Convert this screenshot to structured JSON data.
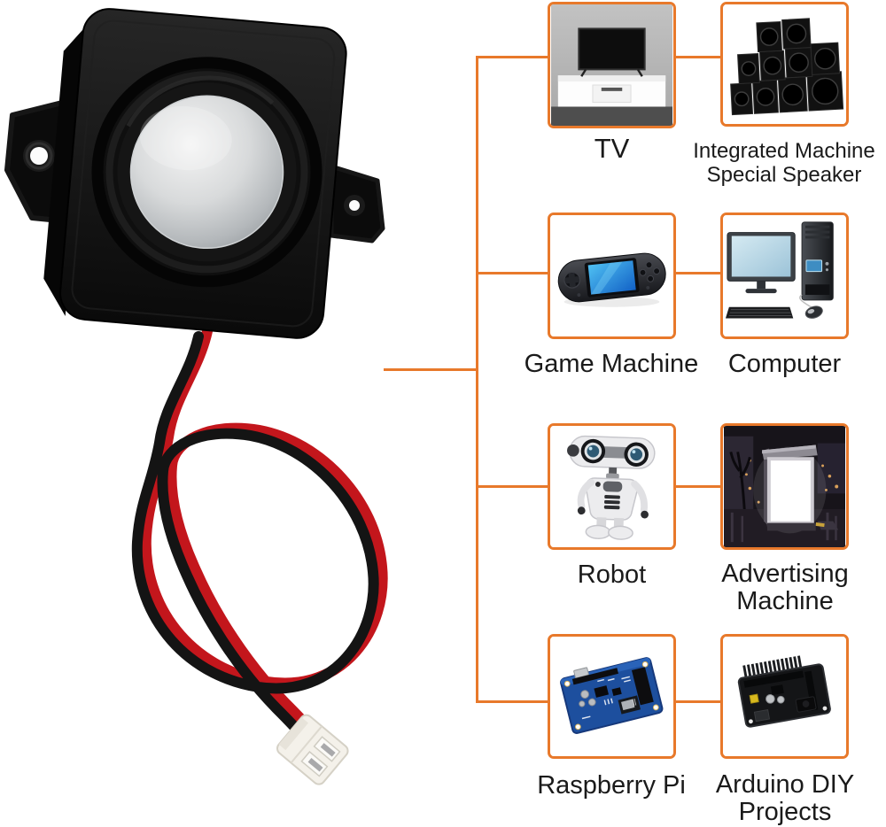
{
  "page": {
    "type": "product-application-infographic",
    "background": "#FFFFFF"
  },
  "colors": {
    "accent_orange": "#E8792B",
    "text": "#1A1A1A",
    "wire_red": "#C3161C",
    "wire_black": "#141414"
  },
  "product": {
    "image": "mini-square-speaker-black-enclosure-silver-cone-red-black-wire-white-jst-connector"
  },
  "apps": [
    {
      "name": "tv",
      "image": "tv-on-white-media-console",
      "lines": [
        "TV"
      ]
    },
    {
      "name": "integrated-machine",
      "image": "stacked-black-speaker-cabinets",
      "lines": [
        "Integrated Machine",
        "Special Speaker"
      ]
    },
    {
      "name": "game-machine",
      "image": "black-handheld-game-console-blue-screen",
      "lines": [
        "Game Machine"
      ]
    },
    {
      "name": "computer",
      "image": "desktop-pc-monitor-tower-keyboard-mouse",
      "lines": [
        "Computer"
      ]
    },
    {
      "name": "robot",
      "image": "white-robot-with-binocular-eyes",
      "lines": [
        "Robot"
      ]
    },
    {
      "name": "advertising-machine",
      "image": "street-lightbox-advertising-kiosk-night",
      "lines": [
        "Advertising",
        "Machine"
      ]
    },
    {
      "name": "raspberry-pi",
      "image": "blue-microcontroller-dev-board",
      "lines": [
        "Raspberry Pi"
      ]
    },
    {
      "name": "arduino-diy",
      "image": "black-microcontroller-dev-board",
      "lines": [
        "Arduino DIY",
        "Projects"
      ]
    }
  ]
}
